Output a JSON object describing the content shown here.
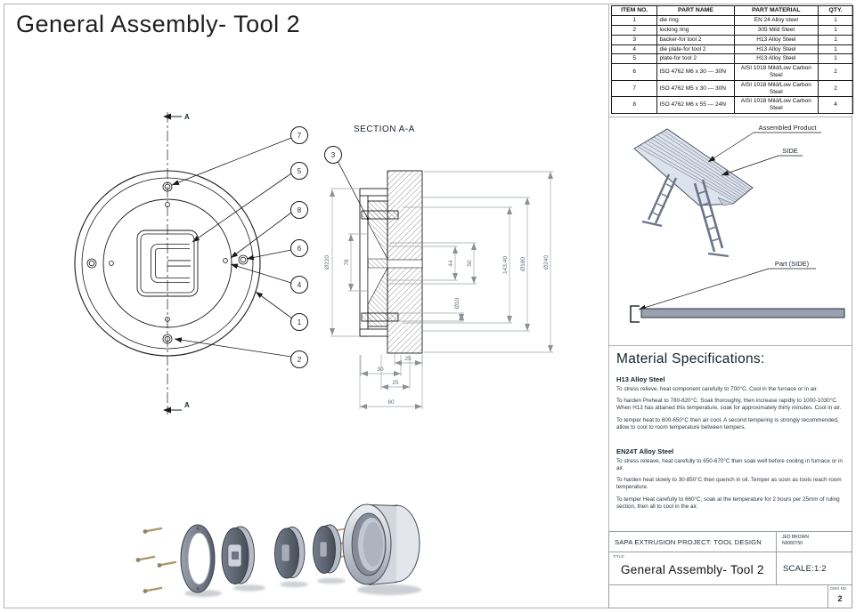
{
  "sheet": {
    "title": "General Assembly- Tool 2"
  },
  "parts_table": {
    "headers": [
      "ITEM NO.",
      "PART NAME",
      "PART MATERIAL",
      "QTY."
    ],
    "rows": [
      {
        "item": "1",
        "name": "die ring",
        "material": "EN 24 Alloy steel",
        "qty": "1"
      },
      {
        "item": "2",
        "name": "locking ring",
        "material": "305 Mild Steel",
        "qty": "1"
      },
      {
        "item": "3",
        "name": "backer-for tool 2",
        "material": "H13 Alloy Steel",
        "qty": "1"
      },
      {
        "item": "4",
        "name": "die plate-for tool 2",
        "material": "H13 Alloy Steel",
        "qty": "1"
      },
      {
        "item": "5",
        "name": "plate-for tool 2",
        "material": "H13 Alloy Steel",
        "qty": "1"
      },
      {
        "item": "6",
        "name": "ISO 4762 M6 x 30 --- 30N",
        "material": "AISI 1018 Mild/Low Carbon Steel",
        "qty": "2"
      },
      {
        "item": "7",
        "name": "ISO 4762 M5 x 30 --- 30N",
        "material": "AISI 1018 Mild/Low Carbon Steel",
        "qty": "2"
      },
      {
        "item": "8",
        "name": "ISO 4762 M6 x 55 --- 24N",
        "material": "AISI 1018 Mild/Low Carbon Steel",
        "qty": "4"
      }
    ]
  },
  "front_view": {
    "section_marker_top": "A",
    "section_marker_bottom": "A",
    "balloons": [
      "7",
      "5",
      "8",
      "6",
      "4",
      "1",
      "2"
    ]
  },
  "section_view": {
    "label": "SECTION A-A",
    "balloon": "3",
    "dims": {
      "d220": "Ø220",
      "d78": "78",
      "d44": "44",
      "d50": "50",
      "d10": "Ø10",
      "d14340": "143.40",
      "d180": "Ø180",
      "d240": "Ø240",
      "d30": "30",
      "d25a": "25",
      "d25b": "25",
      "d80": "80"
    }
  },
  "iso_view": {
    "assembled_label": "Assembled Product",
    "side_label": "SIDE",
    "part_side_label": "Part (SIDE)"
  },
  "material_specs": {
    "heading": "Material Specifications:",
    "h13": {
      "title": "H13 Alloy Steel",
      "p1": "To stress relieve, heat component carefully to 700°C. Cool in the furnace or in air.",
      "p2": "To harden Preheat to 780-820°C. Soak thoroughly, then increase rapidly to 1000-1030°C. When H13 has attained this temperature, soak for approximately thirty minutes. Cool in air.",
      "p3": "To temper heat to 600-650°C then air cool. A second tempering is strongly recommended,  allow to cool to room temperature between tempers."
    },
    "en24t": {
      "title": "EN24T Alloy Steel",
      "p1": "To stress releave, heat carefully to 650-670°C then soak well before cooling in furnace or in air.",
      "p2": "To harden heat slowly to 30-850°C then quench in oil. Temper as soon as tools reach room temperature.",
      "p3": "To temper Heat carefully to 660°C, soak at the temperature for 2 hours per 25mm of ruling section, then all to cool in the air."
    }
  },
  "title_block": {
    "project": "SAPA EXTRUSION PROJECT: TOOL DESIGN",
    "author": "JED BROWN",
    "author_id": "N0080750",
    "title_label": "TITLE:",
    "title": "General Assembly- Tool 2",
    "scale": "SCALE:1:2",
    "dwg_label": "DWG NO.",
    "dwg_no": "2"
  }
}
